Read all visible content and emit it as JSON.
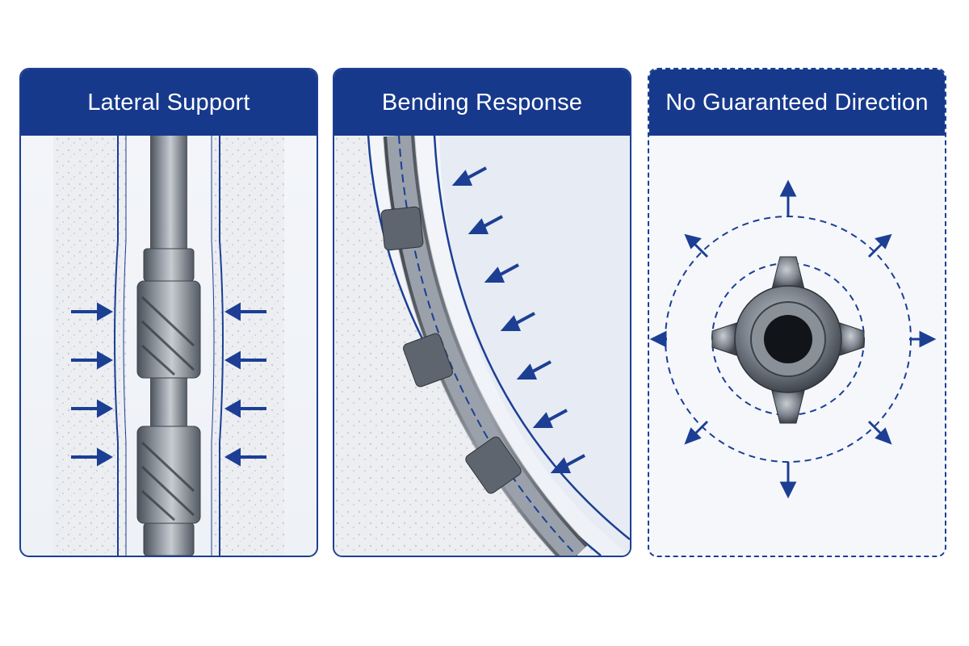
{
  "panels": [
    {
      "title": "Lateral Support",
      "border": "solid"
    },
    {
      "title": "Bending Response",
      "border": "solid"
    },
    {
      "title": "No Guaranteed Direction",
      "border": "dashed"
    }
  ],
  "colors": {
    "header": "#17398c",
    "accent_blue": "#1c3f94",
    "steel": "#6b717a",
    "formation": "#d9dbe0"
  },
  "icons": [
    "arrow-icon",
    "centralizer-blade-icon",
    "pipe-icon"
  ]
}
